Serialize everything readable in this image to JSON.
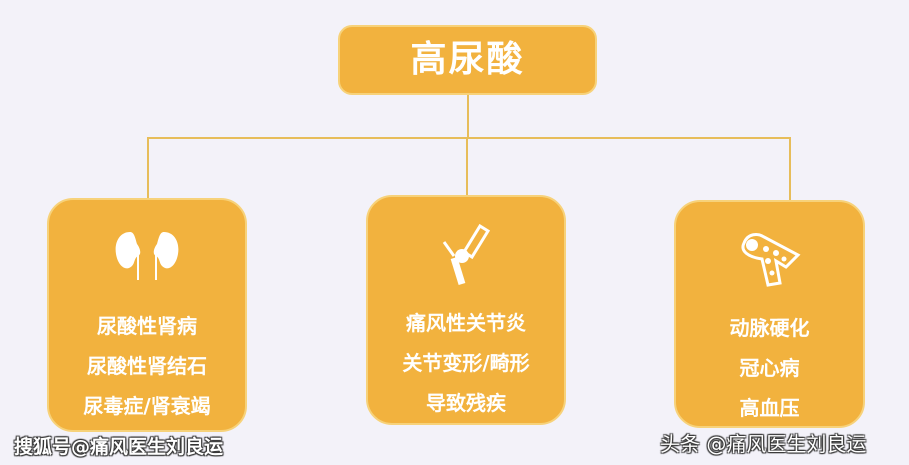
{
  "title": "高尿酸",
  "branches": [
    {
      "icon": "kidney-icon",
      "items": [
        "尿酸性肾病",
        "尿酸性肾结石",
        "尿毒症/肾衰竭"
      ]
    },
    {
      "icon": "knee-joint-icon",
      "items": [
        "痛风性关节炎",
        "关节变形/畸形",
        "导致残疾"
      ]
    },
    {
      "icon": "blood-vessel-icon",
      "items": [
        "动脉硬化",
        "冠心病",
        "高血压"
      ]
    }
  ],
  "watermarks": {
    "left": "搜狐号@痛风医生刘良运",
    "right": "头条 @痛风医生刘良运"
  },
  "colors": {
    "box": "#f2b23e",
    "background": "#f3f2f9",
    "text": "#ffffff"
  }
}
